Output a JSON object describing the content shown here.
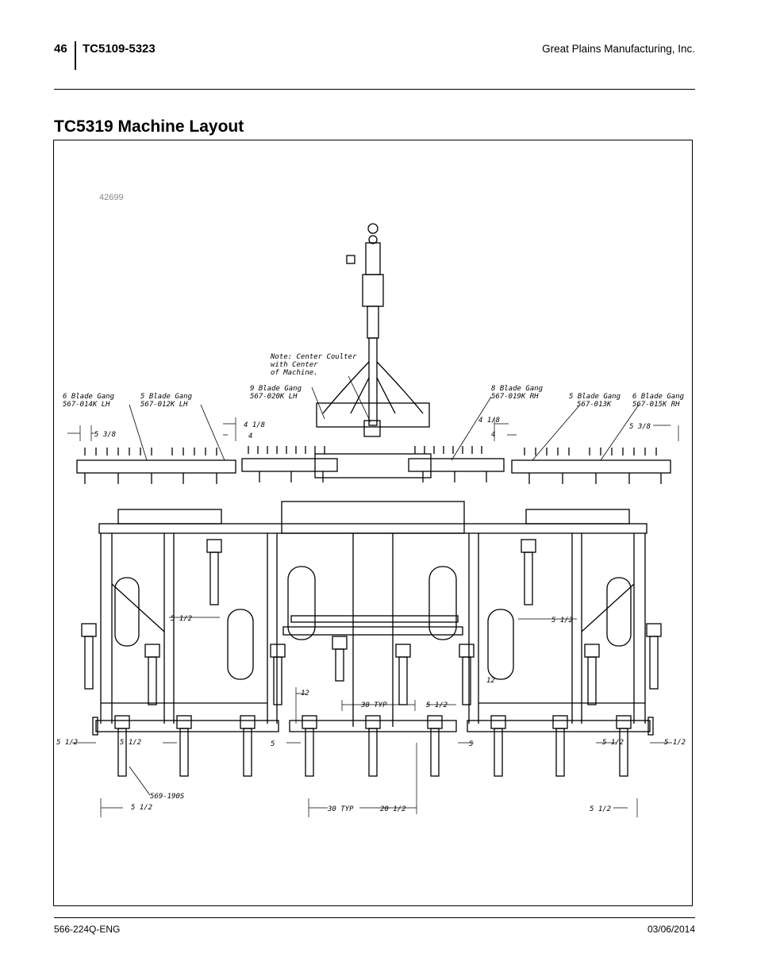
{
  "header": {
    "page_number": "46",
    "model_range": "TC5109-5323",
    "company": "Great Plains Manufacturing, Inc."
  },
  "title": "TC5319 Machine Layout",
  "figure": {
    "number": "42699",
    "labels": {
      "note": [
        "Note: Center Coulter",
        "with Center",
        "of Machine."
      ],
      "gang_6_lh": [
        "6 Blade Gang",
        "567-014K LH"
      ],
      "gang_5_lh": [
        "5 Blade Gang",
        "567-012K LH"
      ],
      "gang_9_lh": [
        "9 Blade Gang",
        "567-020K LH"
      ],
      "gang_8_rh": [
        "8 Blade Gang",
        "567-019K RH"
      ],
      "gang_5_rh": [
        "5 Blade Gang",
        "567-013K"
      ],
      "gang_6_rh": [
        "6 Blade Gang",
        "567-015K RH"
      ],
      "part_569": "569-190S"
    },
    "dims": {
      "d_5_3_8": "5 3/8",
      "d_4_1_8": "4 1/8",
      "d_4": "4",
      "d_5_1_2": "5 1/2",
      "d_12": "12",
      "d_30_typ": "30 TYP",
      "d_5": "5",
      "d_20_1_2": "20 1/2"
    }
  },
  "footer": {
    "doc_number": "566-224Q-ENG",
    "date": "03/06/2014"
  }
}
